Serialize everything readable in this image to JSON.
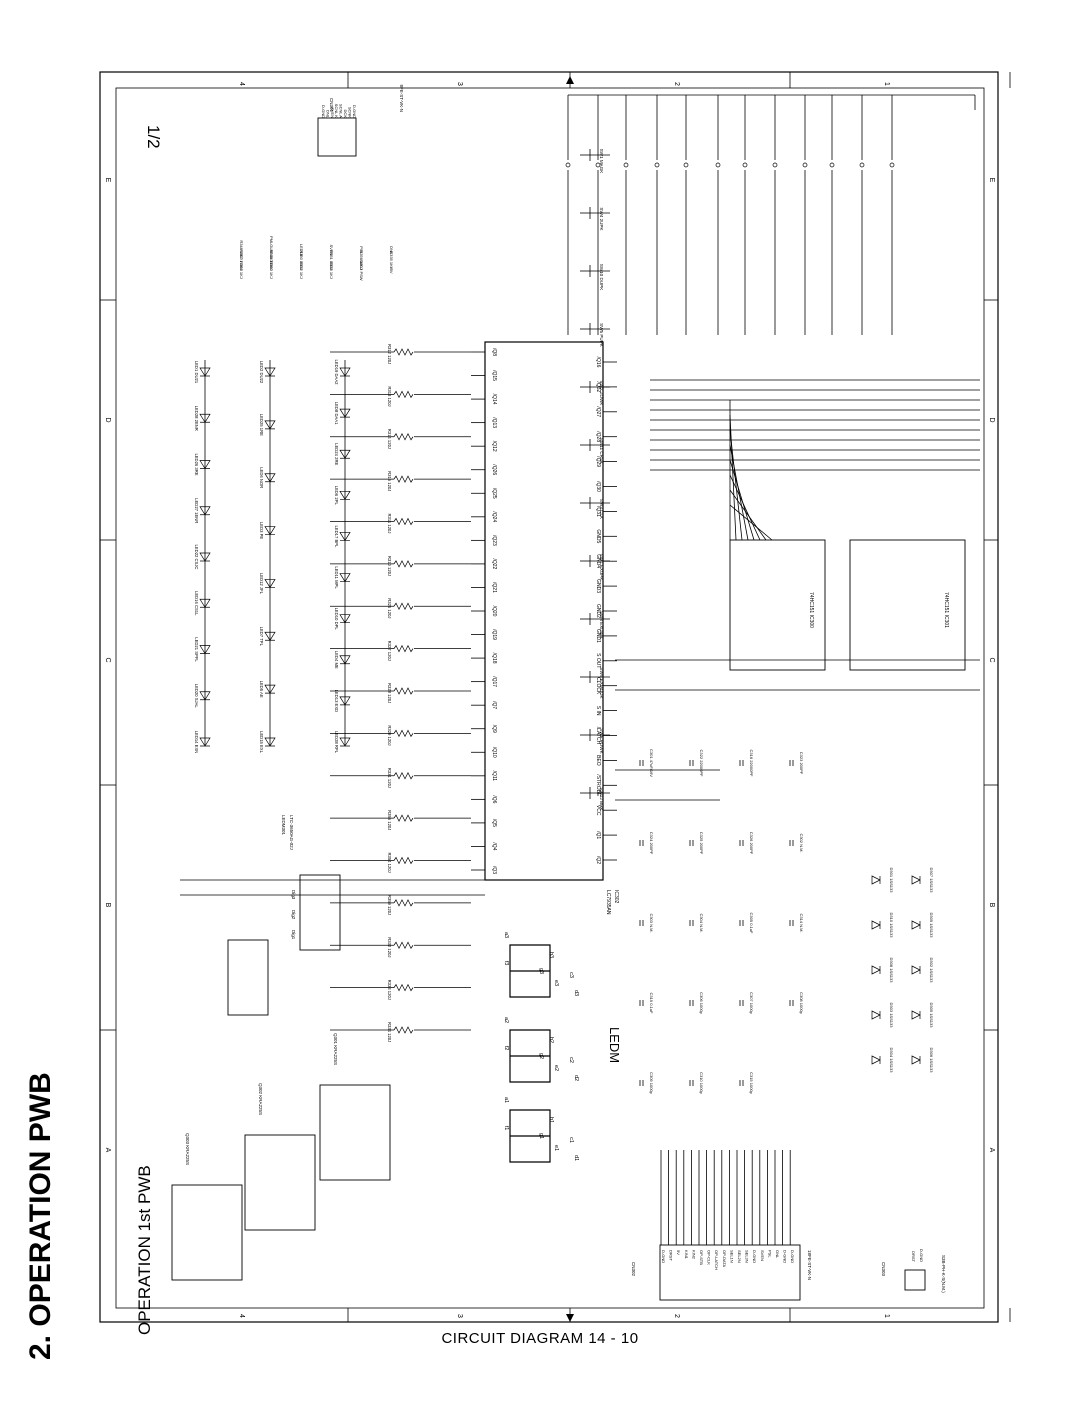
{
  "page_title": "2. OPERATION PWB",
  "footer": "CIRCUIT DIAGRAM  14 - 10",
  "sheet": {
    "title": "OPERATION 1st PWB",
    "page": "1/2",
    "col_markers": [
      "4",
      "3",
      "2",
      "1"
    ],
    "row_markers": [
      "E",
      "D",
      "C",
      "B",
      "A"
    ]
  },
  "ic": {
    "ref": "IC302",
    "part": "LC7935AN",
    "left_pins": [
      "/Q16",
      "/Q32",
      "/Q27",
      "/Q28",
      "/Q29",
      "/Q30",
      "/Q31",
      "GND5",
      "GND4",
      "GND3",
      "GND2",
      "GND1",
      "S OUT",
      "CLOCK",
      "S IN",
      "/LATCH",
      "BEO",
      "/STROBE",
      "VCC",
      "/Q1",
      "/Q2"
    ],
    "right_pins": [
      "/Q8",
      "/Q15",
      "/Q14",
      "/Q13",
      "/Q12",
      "/Q26",
      "/Q25",
      "/Q24",
      "/Q23",
      "/Q22",
      "/Q21",
      "/Q20",
      "/Q19",
      "/Q18",
      "/Q17",
      "/Q7",
      "/Q9",
      "/Q10",
      "/Q11",
      "/Q6",
      "/Q5",
      "/Q4",
      "/Q3"
    ]
  },
  "resistors_top": [
    "R312 120J",
    "R313 120J",
    "R314 120J",
    "R315 120J",
    "R311 120J",
    "R310 120J",
    "R326 120J",
    "R327 120J",
    "R328 120J",
    "R329 120J",
    "R331 120J",
    "R355 120J",
    "R354 120J",
    "R359 120J",
    "R332 120J",
    "R333 120J",
    "R334 120J"
  ],
  "led_rows": [
    [
      "LED1 DU21",
      "LED28 2ENR",
      "LED26 3RE",
      "LED27 1ENR",
      "LED22 CSJC",
      "LED16 CS1L",
      "LED21 SPFL",
      "LED20 SJAL",
      "LED14 EXN"
    ],
    [
      "LED2 DU22",
      "LED25 1RE",
      "LED6 NOR",
      "LED3 PE",
      "LED12 JFL",
      "LED7 TPL",
      "LED5 AE",
      "LED15 EXL"
    ],
    [
      "LED19 DAA2",
      "LED8 DAA1",
      "LED24 2RE",
      "LED6 2PL",
      "LED17 BPL",
      "LED11 MPL",
      "LED10 DPL",
      "LED4 ME",
      "LED13 EXD",
      "LED28 RPL"
    ]
  ],
  "switches": [
    "SW1 MAGK",
    "SW4 2UPK",
    "SW10 DUPK",
    "SW5 PUPK",
    "SW2 ZOWK",
    "SW11 CRSK",
    "SW3 CLK",
    "SW7 EXUPK",
    "SW8 EXDWK",
    "SW9 EXMODK",
    "SW6 POWK",
    "SW12 BRK"
  ],
  "cn301": {
    "ref": "CN301",
    "part": "8FE-ST-VK-N",
    "pins": [
      "D-GND",
      "ONL",
      "SVEN",
      "SCNL K",
      "SCNL A",
      "DCK",
      "SCNK",
      "D-GND"
    ]
  },
  "cn302": {
    "ref": "CN302",
    "part": "18FE-ST-VK-N",
    "pins": [
      "D-GND",
      "DRST",
      "5V",
      "KIN1",
      "KIN2",
      "OP-STB",
      "OP-CLK",
      "OP-LATCH",
      "OP-DATA",
      "SEL1N",
      "SEL2N",
      "SEL3N",
      "D-GND",
      "SVEN",
      "PSL",
      "ONL",
      "D-GND",
      "D-GND"
    ]
  },
  "cn303": {
    "ref": "CN303",
    "part": "S3B-PH-K-S(N.M.)",
    "pins": [
      "DRST",
      "D-GND",
      ""
    ]
  },
  "muxes": [
    "74HC151 IC301",
    "74HC151 IC300"
  ],
  "transistors": [
    "Q303 KRA225S",
    "Q302 KRA225S",
    "Q301 KRA225S"
  ],
  "led_display": {
    "ref": "LEDM301",
    "part": "LTC-3650AG-02J",
    "label": "LEDM",
    "digit_select": [
      "Dig1",
      "Dig2",
      "Dig3"
    ],
    "segments": [
      "a1",
      "b1",
      "c1",
      "d1",
      "e1",
      "f1",
      "g1",
      "a2",
      "b2",
      "c2",
      "d2",
      "e2",
      "f2",
      "g2",
      "a3",
      "b3",
      "c3",
      "d3",
      "e3",
      "f3",
      "g3"
    ]
  },
  "diodes": [
    "D301 1SS133",
    "D307 1SS133",
    "D310 1SS133",
    "D309 1SS133",
    "D308 1SS133",
    "D302 1SS133",
    "D303 1SS133",
    "D305 1SS133",
    "D304 1SS133",
    "D306 1SS133"
  ],
  "caps": [
    "C301 47uF/16V",
    "C322 22000PF",
    "C316 22000PF",
    "C323 200PF",
    "C324 200PF",
    "C325 200PF",
    "C326 200PF",
    "C302 N.M.",
    "C303 N.M.",
    "C304 N.M.",
    "C305 0.1uF",
    "C314 N.M.",
    "C319 0.1uF",
    "C306 1000p",
    "C307 1000p",
    "C308 1000p",
    "C309 1000p",
    "C310 1000p",
    "C315 1000p"
  ],
  "misc": [
    "R348 150J",
    "PMLGL5EG47J",
    "LED18",
    "SVEN",
    "PSL",
    "ONL",
    "R357 1.5KJ",
    "R349 1.5KJ",
    "R350 150J",
    "R351 150J",
    "R356 150J",
    "R335 1KJ",
    "R336 1KJ",
    "R330 1KJ",
    "R352 1KJ",
    "R353 1KJ",
    "SW13 PSW",
    "+5V"
  ]
}
